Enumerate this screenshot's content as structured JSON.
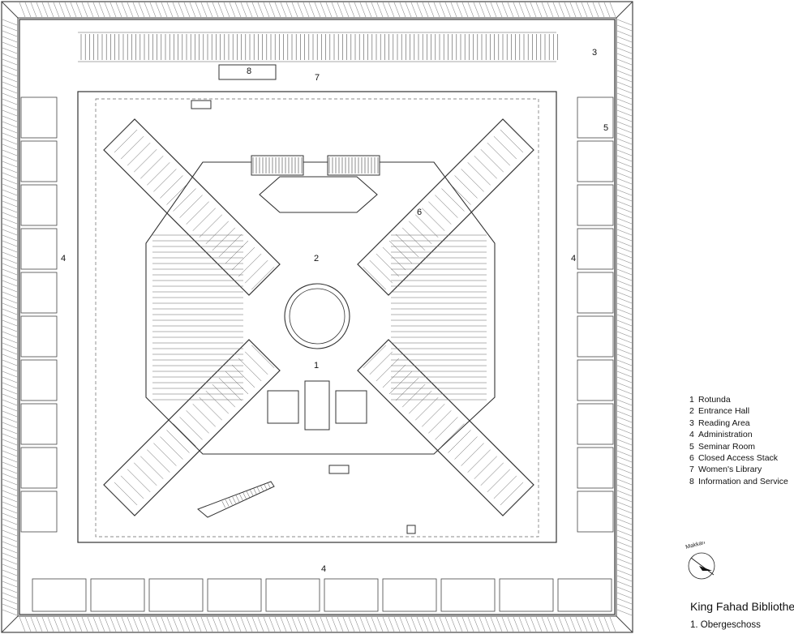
{
  "plan_labels": {
    "rotunda": "1",
    "entrance_hall": "2",
    "reading_area": "3",
    "administration_west": "4",
    "administration_east": "4",
    "administration_south": "4",
    "seminar_room": "5",
    "closed_access_stack": "6",
    "womens_library": "7",
    "information_service": "8"
  },
  "legend": [
    {
      "num": "1",
      "label": "Rotunda"
    },
    {
      "num": "2",
      "label": "Entrance Hall"
    },
    {
      "num": "3",
      "label": "Reading Area"
    },
    {
      "num": "4",
      "label": "Administration"
    },
    {
      "num": "5",
      "label": "Seminar Room"
    },
    {
      "num": "6",
      "label": "Closed Access Stack"
    },
    {
      "num": "7",
      "label": "Women's Library"
    },
    {
      "num": "8",
      "label": "Information and Service"
    }
  ],
  "compass": {
    "label": "Makkah"
  },
  "title": "King Fahad Bibliothek",
  "subtitle": "1. Obergeschoss",
  "colors": {
    "line": "#333333",
    "fill": "#ffffff",
    "hatch": "#555555"
  }
}
